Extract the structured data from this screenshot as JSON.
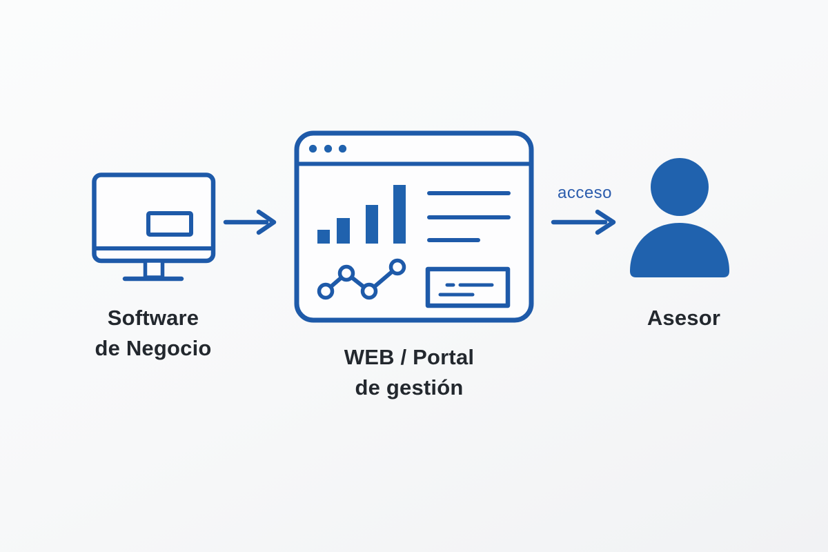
{
  "diagram": {
    "nodes": [
      {
        "id": "software-de-negocio",
        "icon": "desktop-computer-icon",
        "label_lines": [
          "Software",
          "de Negocio"
        ]
      },
      {
        "id": "web-portal",
        "icon": "browser-dashboard-icon",
        "label_lines": [
          "WEB / Portal",
          "de gestión"
        ]
      },
      {
        "id": "asesor",
        "icon": "person-icon",
        "label_lines": [
          "Asesor"
        ]
      }
    ],
    "connectors": [
      {
        "from": "software-de-negocio",
        "to": "web-portal",
        "label": ""
      },
      {
        "from": "web-portal",
        "to": "asesor",
        "label": "acceso"
      }
    ],
    "colors": {
      "icon_blue": "#1e5aa9",
      "fill_blue": "#2062ae",
      "label_dark": "#23282e",
      "connector_label_blue": "#2b5cad",
      "background": "#f7f8f9"
    }
  }
}
